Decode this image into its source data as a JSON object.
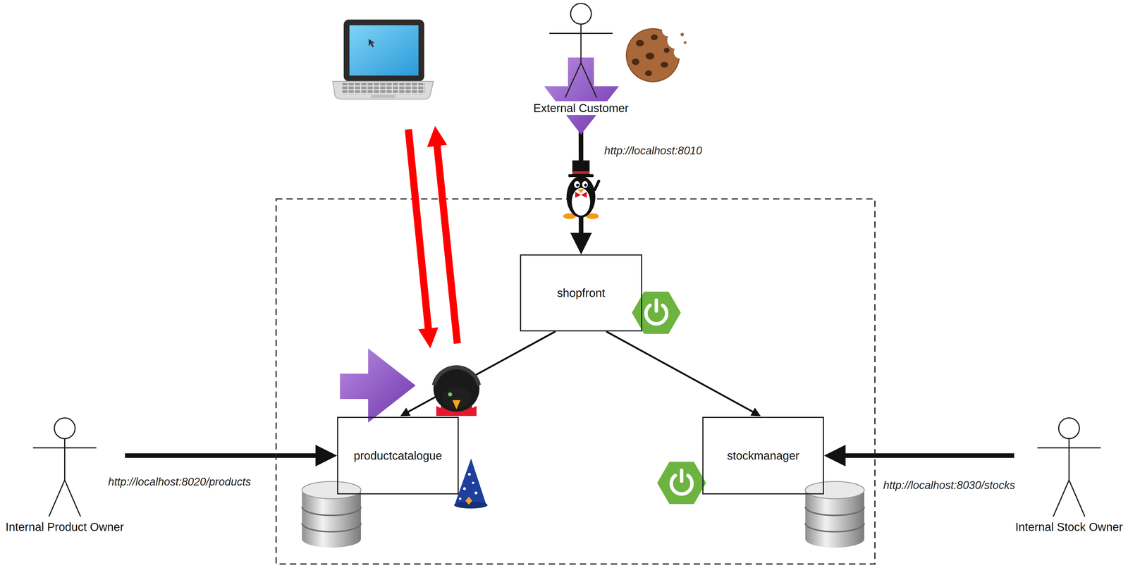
{
  "diagram": {
    "nodes": [
      {
        "text": [
          "External Customer"
        ]
      },
      {
        "text": [
          "shopfront"
        ]
      },
      {
        "text": [
          "Internal Product Owner"
        ]
      },
      {
        "text": [
          "productcatalogue"
        ]
      },
      {
        "text": [
          "stockmanager"
        ]
      },
      {
        "text": [
          "Internal Stock Owner"
        ]
      }
    ],
    "edges": [
      {
        "from": 0,
        "to": 1,
        "arrow": "to",
        "label": "http://localhost:8010"
      },
      {
        "from": 1,
        "to": 3,
        "arrow": "to"
      },
      {
        "from": 1,
        "to": 4,
        "arrow": "to"
      },
      {
        "from": 2,
        "to": 3,
        "arrow": "to",
        "label": "http://localhost:8020/products"
      },
      {
        "from": 5,
        "to": 4,
        "arrow": "to",
        "label": "http://localhost:8030/stocks"
      }
    ]
  }
}
